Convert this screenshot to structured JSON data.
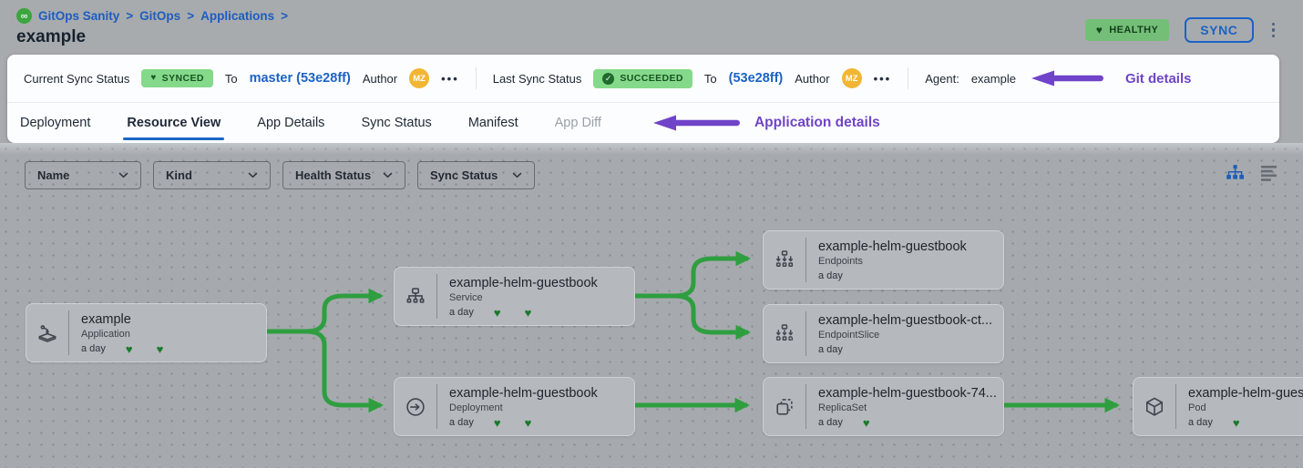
{
  "header": {
    "breadcrumb": {
      "app": "GitOps Sanity",
      "section": "GitOps",
      "page": "Applications",
      "separator": ">"
    },
    "title": "example",
    "health_badge": "HEALTHY",
    "sync_button": "SYNC"
  },
  "status_bar": {
    "current_sync": {
      "label": "Current Sync Status",
      "badge": "SYNCED",
      "to_label": "To",
      "revision": "master (53e28ff)",
      "author_label": "Author",
      "author_initials": "MZ",
      "more": "•••"
    },
    "last_sync": {
      "label": "Last Sync Status",
      "badge": "SUCCEEDED",
      "to_label": "To",
      "revision": "(53e28ff)",
      "author_label": "Author",
      "author_initials": "MZ",
      "more": "•••"
    },
    "agent": {
      "label": "Agent:",
      "value": "example"
    },
    "annotation": "Git details"
  },
  "tabs": {
    "items": [
      {
        "label": "Deployment",
        "state": "normal"
      },
      {
        "label": "Resource View",
        "state": "active"
      },
      {
        "label": "App Details",
        "state": "normal"
      },
      {
        "label": "Sync Status",
        "state": "normal"
      },
      {
        "label": "Manifest",
        "state": "normal"
      },
      {
        "label": "App Diff",
        "state": "disabled"
      }
    ],
    "annotation": "Application details"
  },
  "toolbar": {
    "filters": [
      {
        "label": "Name"
      },
      {
        "label": "Kind"
      },
      {
        "label": "Health Status"
      },
      {
        "label": "Sync Status"
      }
    ],
    "view_toggles": [
      "tree-view-icon",
      "list-view-icon"
    ]
  },
  "graph": {
    "nodes": [
      {
        "title": "example",
        "kind": "Application",
        "age": "a day",
        "hearts": 2,
        "icon": "application-icon"
      },
      {
        "title": "example-helm-guestbook",
        "kind": "Service",
        "age": "a day",
        "hearts": 2,
        "icon": "service-icon"
      },
      {
        "title": "example-helm-guestbook",
        "kind": "Deployment",
        "age": "a day",
        "hearts": 2,
        "icon": "deployment-icon"
      },
      {
        "title": "example-helm-guestbook",
        "kind": "Endpoints",
        "age": "a day",
        "hearts": 0,
        "icon": "endpoints-icon"
      },
      {
        "title": "example-helm-guestbook-ct...",
        "kind": "EndpointSlice",
        "age": "a day",
        "hearts": 0,
        "icon": "endpointslice-icon"
      },
      {
        "title": "example-helm-guestbook-74...",
        "kind": "ReplicaSet",
        "age": "a day",
        "hearts": 1,
        "icon": "replicaset-icon"
      },
      {
        "title": "example-helm-guest",
        "kind": "Pod",
        "age": "a day",
        "hearts": 1,
        "icon": "pod-icon"
      }
    ]
  },
  "colors": {
    "accent_blue": "#1b63c4",
    "badge_green_bg": "#85d98a",
    "health_green_bg": "#74bf77",
    "badge_green_text": "#175322",
    "edge_green": "#2f9e40",
    "annotation_purple": "#7044c8",
    "avatar_amber": "#f2b632"
  }
}
